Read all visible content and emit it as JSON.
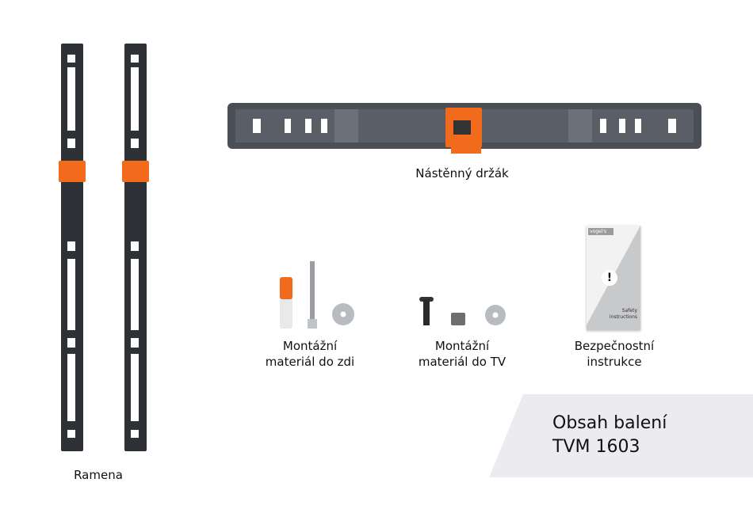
{
  "labels": {
    "arms": "Ramena",
    "wall_bracket": "Nástěnný držák",
    "wall_kit": [
      "Montážní",
      "materiál do zdi"
    ],
    "tv_kit": [
      "Montážní",
      "materiál do TV"
    ],
    "safety": [
      "Bezpečnostní",
      "instrukce"
    ]
  },
  "safety_card": {
    "brand": "vogel's",
    "text": [
      "Safety",
      "instructions"
    ]
  },
  "banner": {
    "line1": "Obsah balení",
    "line2": "TVM 1603"
  },
  "colors": {
    "accent": "#f26a1b",
    "metal": "#3a3d42",
    "banner_bg": "#ececf0"
  }
}
